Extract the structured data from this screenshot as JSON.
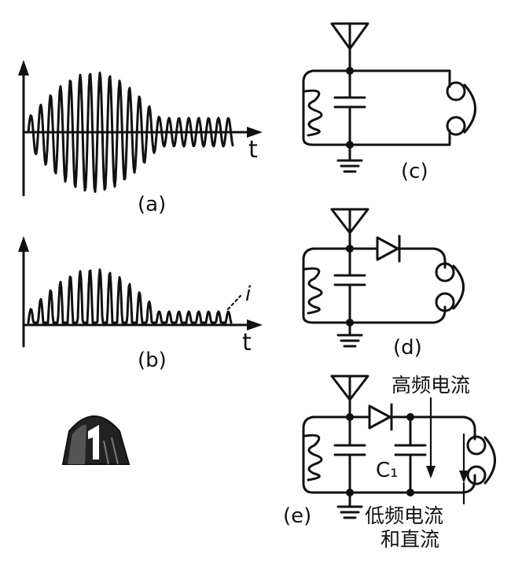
{
  "panels": {
    "a": {
      "caption": "(a)",
      "axis_label": "t"
    },
    "b": {
      "caption": "(b)",
      "axis_label": "t",
      "current_label": "i"
    },
    "c": {
      "caption": "(c)"
    },
    "d": {
      "caption": "(d)"
    },
    "e": {
      "caption": "(e)",
      "capacitor_label": "C₁",
      "high_freq_label": "高频电流",
      "low_freq_label_line1": "低频电流",
      "low_freq_label_line2": "和直流"
    }
  },
  "colors": {
    "ink": "#111111",
    "background": "#ffffff"
  },
  "icons": [
    "antenna-icon",
    "ground-icon",
    "coil-icon",
    "capacitor-icon",
    "headphone-icon",
    "diode-icon",
    "detector-crystal-icon"
  ]
}
